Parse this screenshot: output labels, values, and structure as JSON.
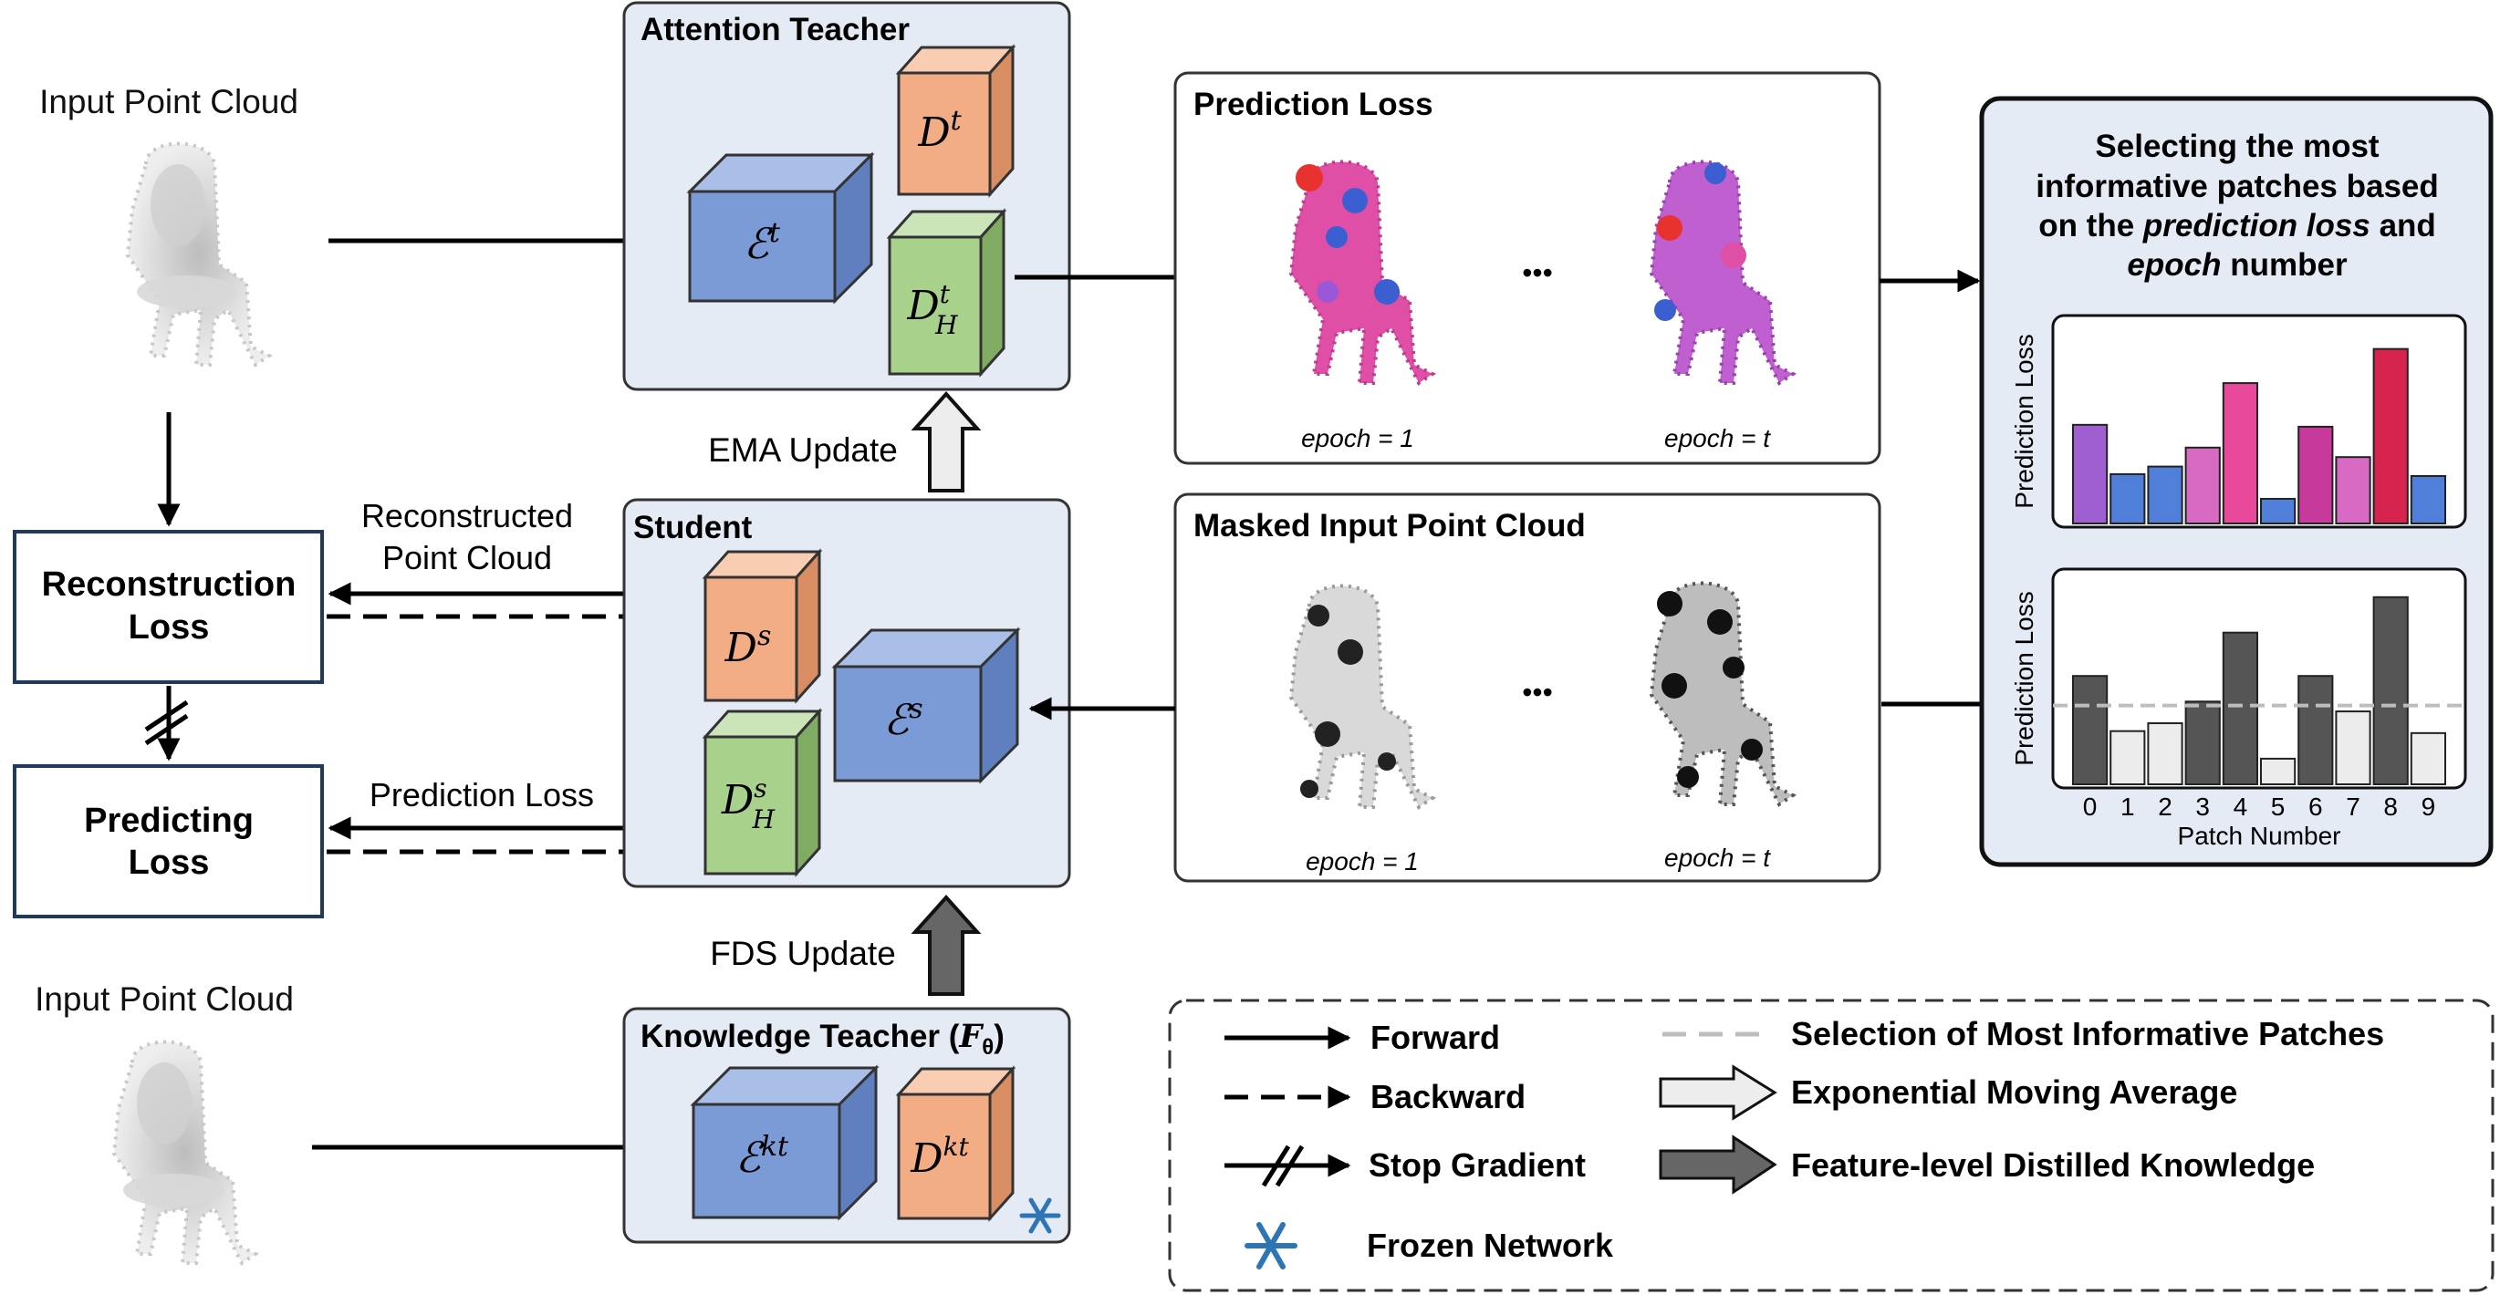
{
  "input_top": {
    "title": "Input Point Cloud"
  },
  "input_bottom": {
    "title": "Input Point Cloud"
  },
  "attention_teacher": {
    "title": "Attention Teacher",
    "encoder": "ℰ",
    "encoder_sup": "t",
    "decoder": "D",
    "decoder_sup": "t",
    "head": "D",
    "head_sup": "t",
    "head_sub": "H"
  },
  "student": {
    "title": "Student",
    "encoder": "ℰ",
    "encoder_sup": "s",
    "decoder": "D",
    "decoder_sup": "s",
    "head": "D",
    "head_sup": "s",
    "head_sub": "H"
  },
  "knowledge_teacher": {
    "title": "Knowledge Teacher (",
    "title_symbol": "F",
    "title_sub": "θ",
    "title_close": ")",
    "encoder": "ℰ",
    "encoder_sup": "kt",
    "decoder": "D",
    "decoder_sup": "kt"
  },
  "updates": {
    "ema": "EMA Update",
    "fds": "FDS Update"
  },
  "losses": {
    "reconstruction": [
      "Reconstruction",
      "Loss"
    ],
    "predicting": [
      "Predicting",
      "Loss"
    ]
  },
  "arrow_labels": {
    "reconstructed": [
      "Reconstructed",
      "Point Cloud"
    ],
    "prediction_loss": "Prediction Loss"
  },
  "prediction_panel": {
    "title": "Prediction Loss",
    "epoch_1": "epoch = 1",
    "epoch_t": "epoch = t",
    "ellipsis": "•••"
  },
  "masked_panel": {
    "title": "Masked Input Point Cloud",
    "epoch_1": "epoch = 1",
    "epoch_t": "epoch = t",
    "ellipsis": "•••"
  },
  "selection_panel": {
    "line1": "Selecting the most",
    "line2": "informative patches based",
    "line3_a": "on the ",
    "line3_b": "prediction loss",
    "line3_c": " and",
    "line4_a": "epoch",
    "line4_b": " number"
  },
  "legend": {
    "forward": "Forward",
    "backward": "Backward",
    "stop_gradient": "Stop Gradient",
    "frozen": "Frozen Network",
    "selection": "Selection of Most Informative Patches",
    "ema": "Exponential Moving Average",
    "fdk": "Feature-level Distilled Knowledge"
  },
  "colors": {
    "panel_fill": "#e4ebf5",
    "encoder_blue": "#7b9bd7",
    "decoder_orange": "#f3ad85",
    "head_green": "#a8d18c",
    "snowflake": "#2e75b6"
  },
  "chart_data": [
    {
      "type": "bar",
      "ylabel": "Prediction Loss",
      "categories": [
        "0",
        "1",
        "2",
        "3",
        "4",
        "5",
        "6",
        "7",
        "8",
        "9"
      ],
      "values": [
        0.52,
        0.26,
        0.3,
        0.4,
        0.74,
        0.13,
        0.51,
        0.35,
        0.92,
        0.25
      ],
      "bar_colors": [
        "#9f5fd0",
        "#4f7fd8",
        "#4f7fd8",
        "#d96ac4",
        "#e9499b",
        "#4f7fd8",
        "#c8399c",
        "#d96ac4",
        "#d6244f",
        "#4f7fd8"
      ],
      "ylim": [
        0,
        1
      ]
    },
    {
      "type": "bar",
      "xlabel": "Patch Number",
      "ylabel": "Prediction Loss",
      "categories": [
        "0",
        "1",
        "2",
        "3",
        "4",
        "5",
        "6",
        "7",
        "8",
        "9"
      ],
      "values": [
        0.55,
        0.27,
        0.31,
        0.42,
        0.77,
        0.13,
        0.55,
        0.37,
        0.95,
        0.26
      ],
      "threshold": 0.4,
      "bar_colors": [
        "#555555",
        "#ececec",
        "#ececec",
        "#555555",
        "#555555",
        "#ececec",
        "#555555",
        "#ececec",
        "#555555",
        "#ececec"
      ],
      "ylim": [
        0,
        1
      ]
    }
  ]
}
